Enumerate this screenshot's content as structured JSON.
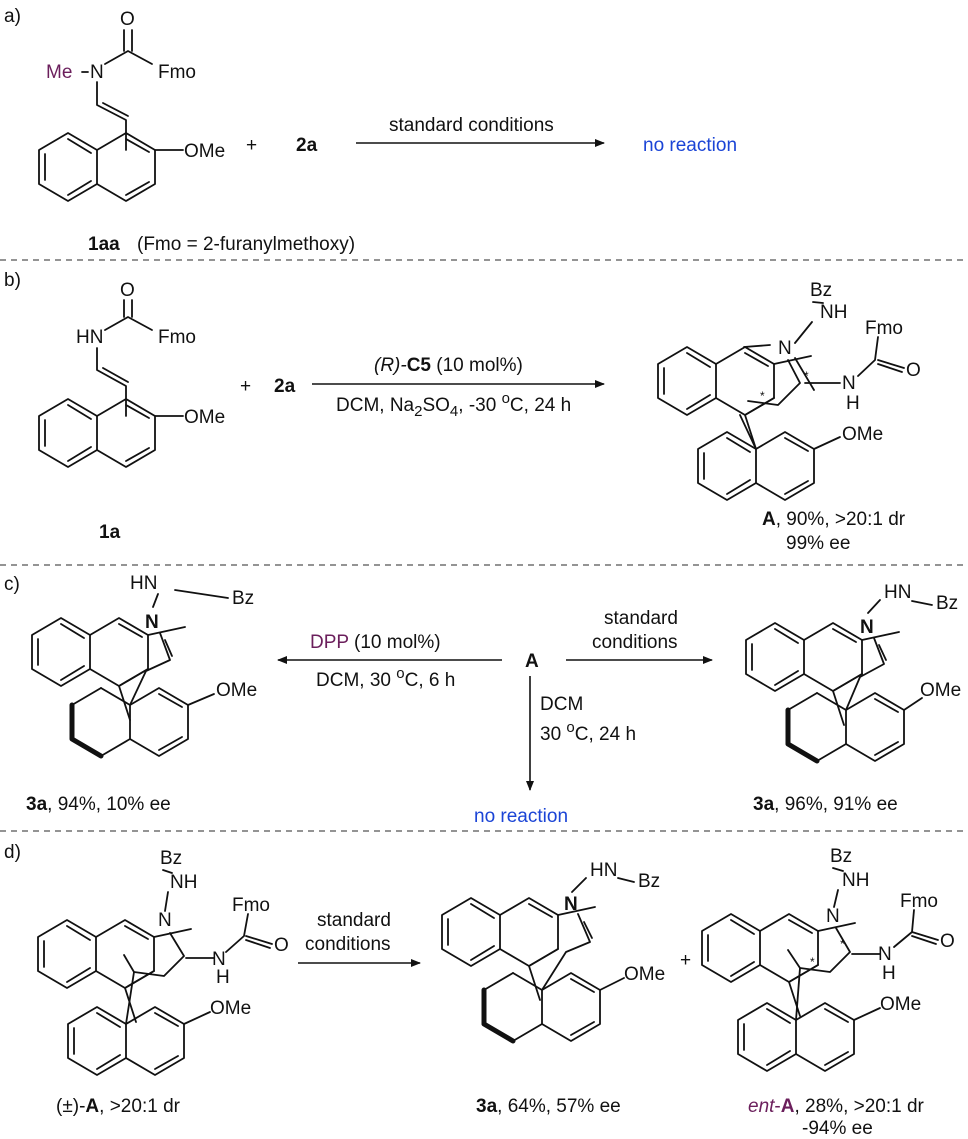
{
  "panels": {
    "a": {
      "label": "a)",
      "me": "Me",
      "n": "N",
      "o": "O",
      "fmo": "Fmo",
      "ome": "OMe",
      "plus": "+",
      "reagent": "2a",
      "arrow_label": "standard conditions",
      "result": "no reaction",
      "compound": "1aa",
      "footnote": "(Fmo = 2-furanylmethoxy)"
    },
    "b": {
      "label": "b)",
      "hn": "HN",
      "o": "O",
      "fmo": "Fmo",
      "ome": "OMe",
      "plus": "+",
      "reagent": "2a",
      "cond_r": "(R)-",
      "cond_cat": "C5",
      "cond_load": " (10 mol%)",
      "cond_line2a": "DCM, Na",
      "cond_sub2": "2",
      "cond_line2b": "SO",
      "cond_sub4": "4",
      "cond_line2c": ", -30 ",
      "cond_o": "o",
      "cond_line2d": "C, 24 h",
      "compound": "1a",
      "bz": "Bz",
      "nh": "NH",
      "n": "N",
      "h": "H",
      "star": "*",
      "product": "A",
      "product_yield": ", 90%, >20:1 dr",
      "product_ee": "99% ee"
    },
    "c": {
      "label": "c)",
      "hn": "HN",
      "bz": "Bz",
      "n": "N",
      "ome": "OMe",
      "left_cat": "DPP",
      "left_load": " (10 mol%)",
      "left_line2a": "DCM, 30 ",
      "left_o": "o",
      "left_line2b": "C, 6 h",
      "center": "A",
      "right_line1": "standard",
      "right_line2": "conditions",
      "down_line1": "DCM",
      "down_line2a": "30 ",
      "down_o": "o",
      "down_line2b": "C, 24 h",
      "down_result": "no reaction",
      "left_compound": "3a",
      "left_yield": ", 94%, 10% ee",
      "right_compound": "3a",
      "right_yield": ", 96%, 91% ee"
    },
    "d": {
      "label": "d)",
      "bz": "Bz",
      "nh": "NH",
      "n": "N",
      "h": "H",
      "fmo": "Fmo",
      "o": "O",
      "ome": "OMe",
      "hn": "HN",
      "arrow_line1": "standard",
      "arrow_line2": "conditions",
      "plus": "+",
      "star": "*",
      "start_prefix": "(±)-",
      "start_name": "A",
      "start_dr": ", >20:1 dr",
      "mid_compound": "3a",
      "mid_yield": ", 64%, 57% ee",
      "ent_prefix": "ent",
      "ent_dash": "-",
      "ent_name": "A",
      "ent_yield": ", 28%, >20:1 dr",
      "ent_ee": "-94% ee"
    }
  },
  "colors": {
    "purple": "#6b1f5c",
    "blue": "#1a44d6",
    "ink": "#111111"
  }
}
